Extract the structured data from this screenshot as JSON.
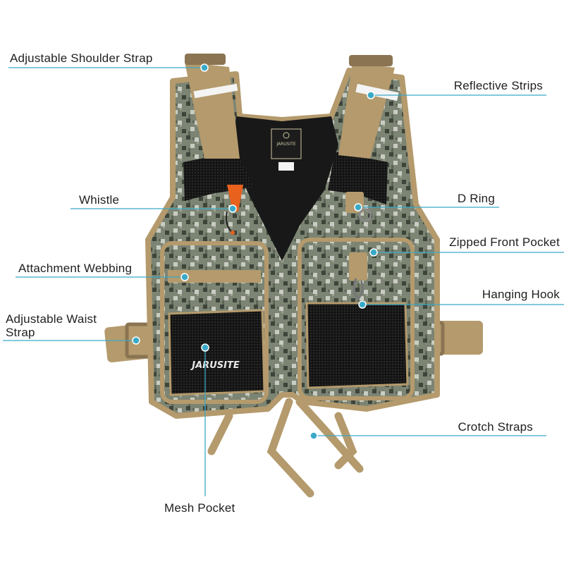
{
  "colors": {
    "callout_line": "#3aa9c7",
    "callout_dot": "#3aa9c7",
    "camo_base": "#7c8473",
    "camo_dark": "#3d443a",
    "camo_light": "#c9ccc2",
    "webbing_tan": "#b49a6c",
    "mesh_black": "#141414"
  },
  "vest": {
    "brand_chest_tag": "JARUSITE",
    "brand_pocket": "JARUSITE"
  },
  "callouts": [
    {
      "id": "adjustable-shoulder-strap",
      "label": "Adjustable Shoulder Strap"
    },
    {
      "id": "reflective-strips",
      "label": "Reflective Strips"
    },
    {
      "id": "whistle",
      "label": "Whistle"
    },
    {
      "id": "d-ring",
      "label": "D Ring"
    },
    {
      "id": "zipped-front-pocket",
      "label": "Zipped Front Pocket"
    },
    {
      "id": "attachment-webbing",
      "label": "Attachment Webbing"
    },
    {
      "id": "hanging-hook",
      "label": "Hanging Hook"
    },
    {
      "id": "adjustable-waist-strap",
      "label": "Adjustable Waist\nStrap"
    },
    {
      "id": "crotch-straps",
      "label": "Crotch Straps"
    },
    {
      "id": "mesh-pocket",
      "label": "Mesh Pocket"
    }
  ]
}
